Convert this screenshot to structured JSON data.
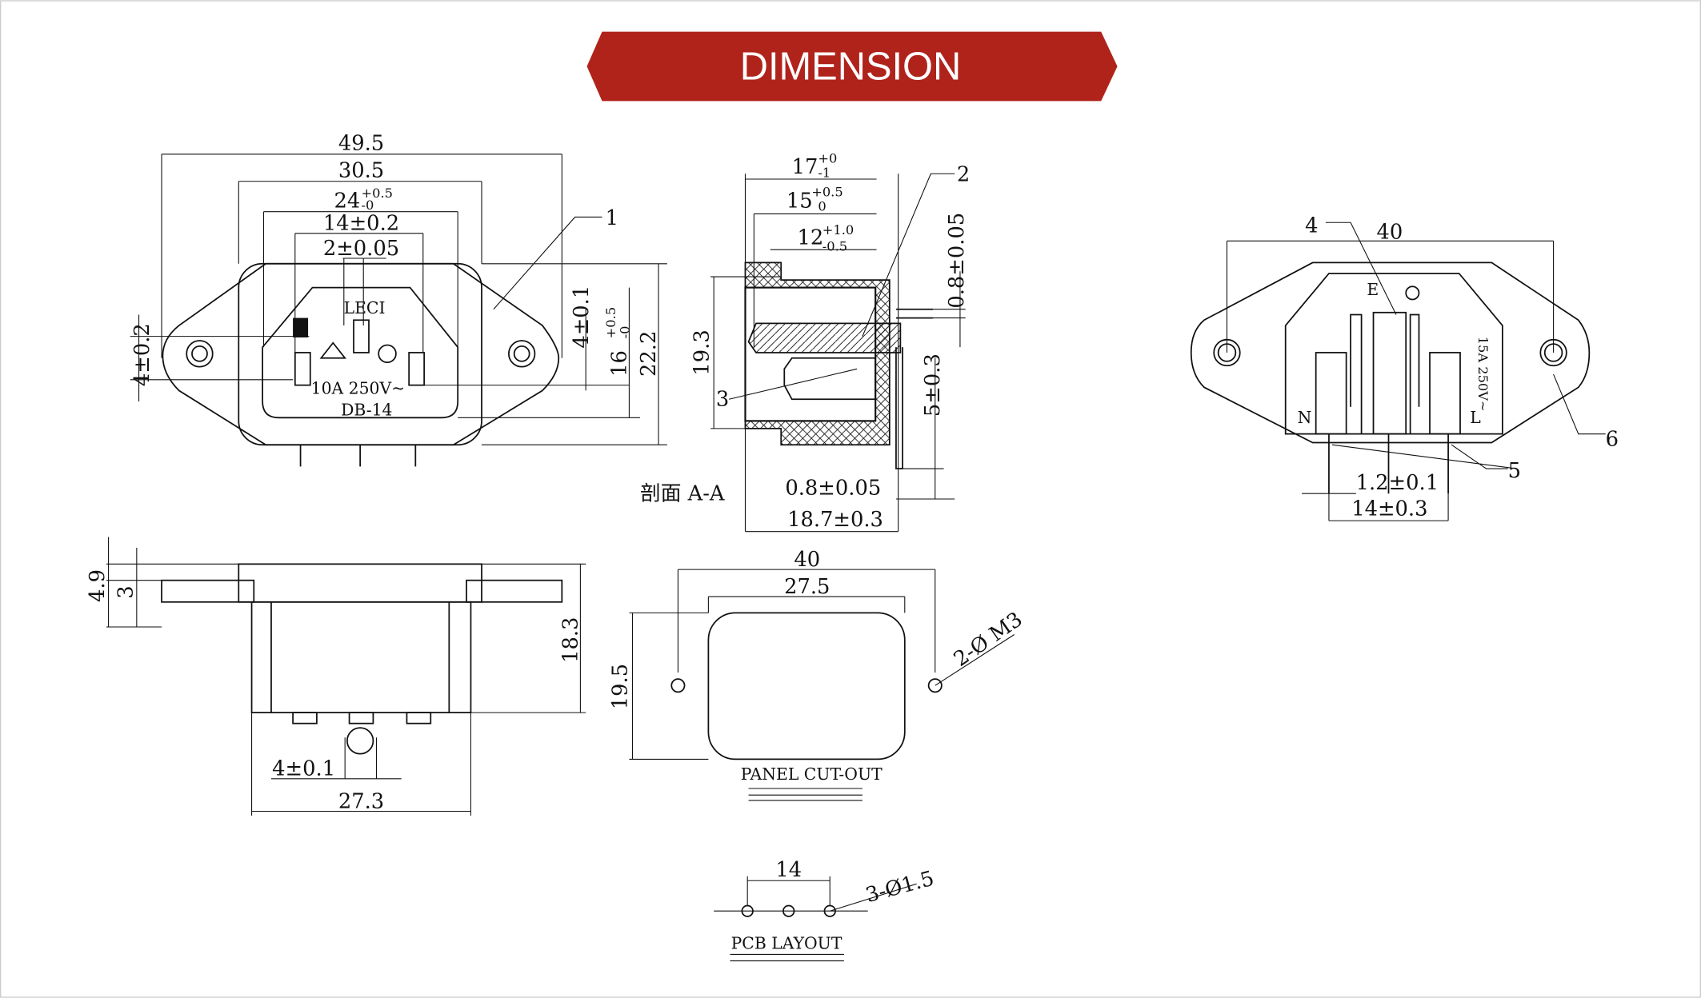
{
  "banner": {
    "title": "DIMENSION",
    "color": "#b0231b"
  },
  "front": {
    "d_total": "49.5",
    "d_body": "30.5",
    "d_inner": "24",
    "d_inner_tol_up": "+0.5",
    "d_inner_tol_dn": "-0",
    "d_pins": "14±0.2",
    "d_pin_w": "2±0.05",
    "callout": "1",
    "d_left": "4±0.2",
    "d_right": "4±0.1",
    "d_16": "16",
    "d_16_up": "+0.5",
    "d_16_dn": "-0",
    "d_height": "22.2",
    "brand": "LECI",
    "rating": "10A 250V~",
    "model": "DB-14"
  },
  "section": {
    "d17": "17",
    "d17_up": "+0",
    "d17_dn": "-1",
    "d15": "15",
    "d15_up": "+0.5",
    "d15_dn": "0",
    "d12": "12",
    "d12_up": "+1.0",
    "d12_dn": "-0.5",
    "callout2": "2",
    "d_thick": "0.8±0.05",
    "d_height": "19.3",
    "callout3": "3",
    "d_pin": "5±0.3",
    "label": "剖面 A-A",
    "d_pin_w": "0.8±0.05",
    "d_total": "18.7±0.3"
  },
  "rear": {
    "callout4": "4",
    "d_holes": "40",
    "earth": "E",
    "neutral": "N",
    "live": "L",
    "rating": "15A 250V~",
    "callout5": "5",
    "callout6": "6",
    "d_pin_w": "1.2±0.1",
    "d_pitch": "14±0.3"
  },
  "bottom": {
    "d_49": "4.9",
    "d_3": "3",
    "d_height": "18.3",
    "d_pin": "4±0.1",
    "d_width": "27.3"
  },
  "panel": {
    "d_holes": "40",
    "d_width": "27.5",
    "d_height": "19.5",
    "holes": "2-Ø M3",
    "label": "PANEL CUT-OUT"
  },
  "pcb": {
    "d_pitch": "14",
    "holes": "3-Ø1.5",
    "label": "PCB LAYOUT"
  }
}
